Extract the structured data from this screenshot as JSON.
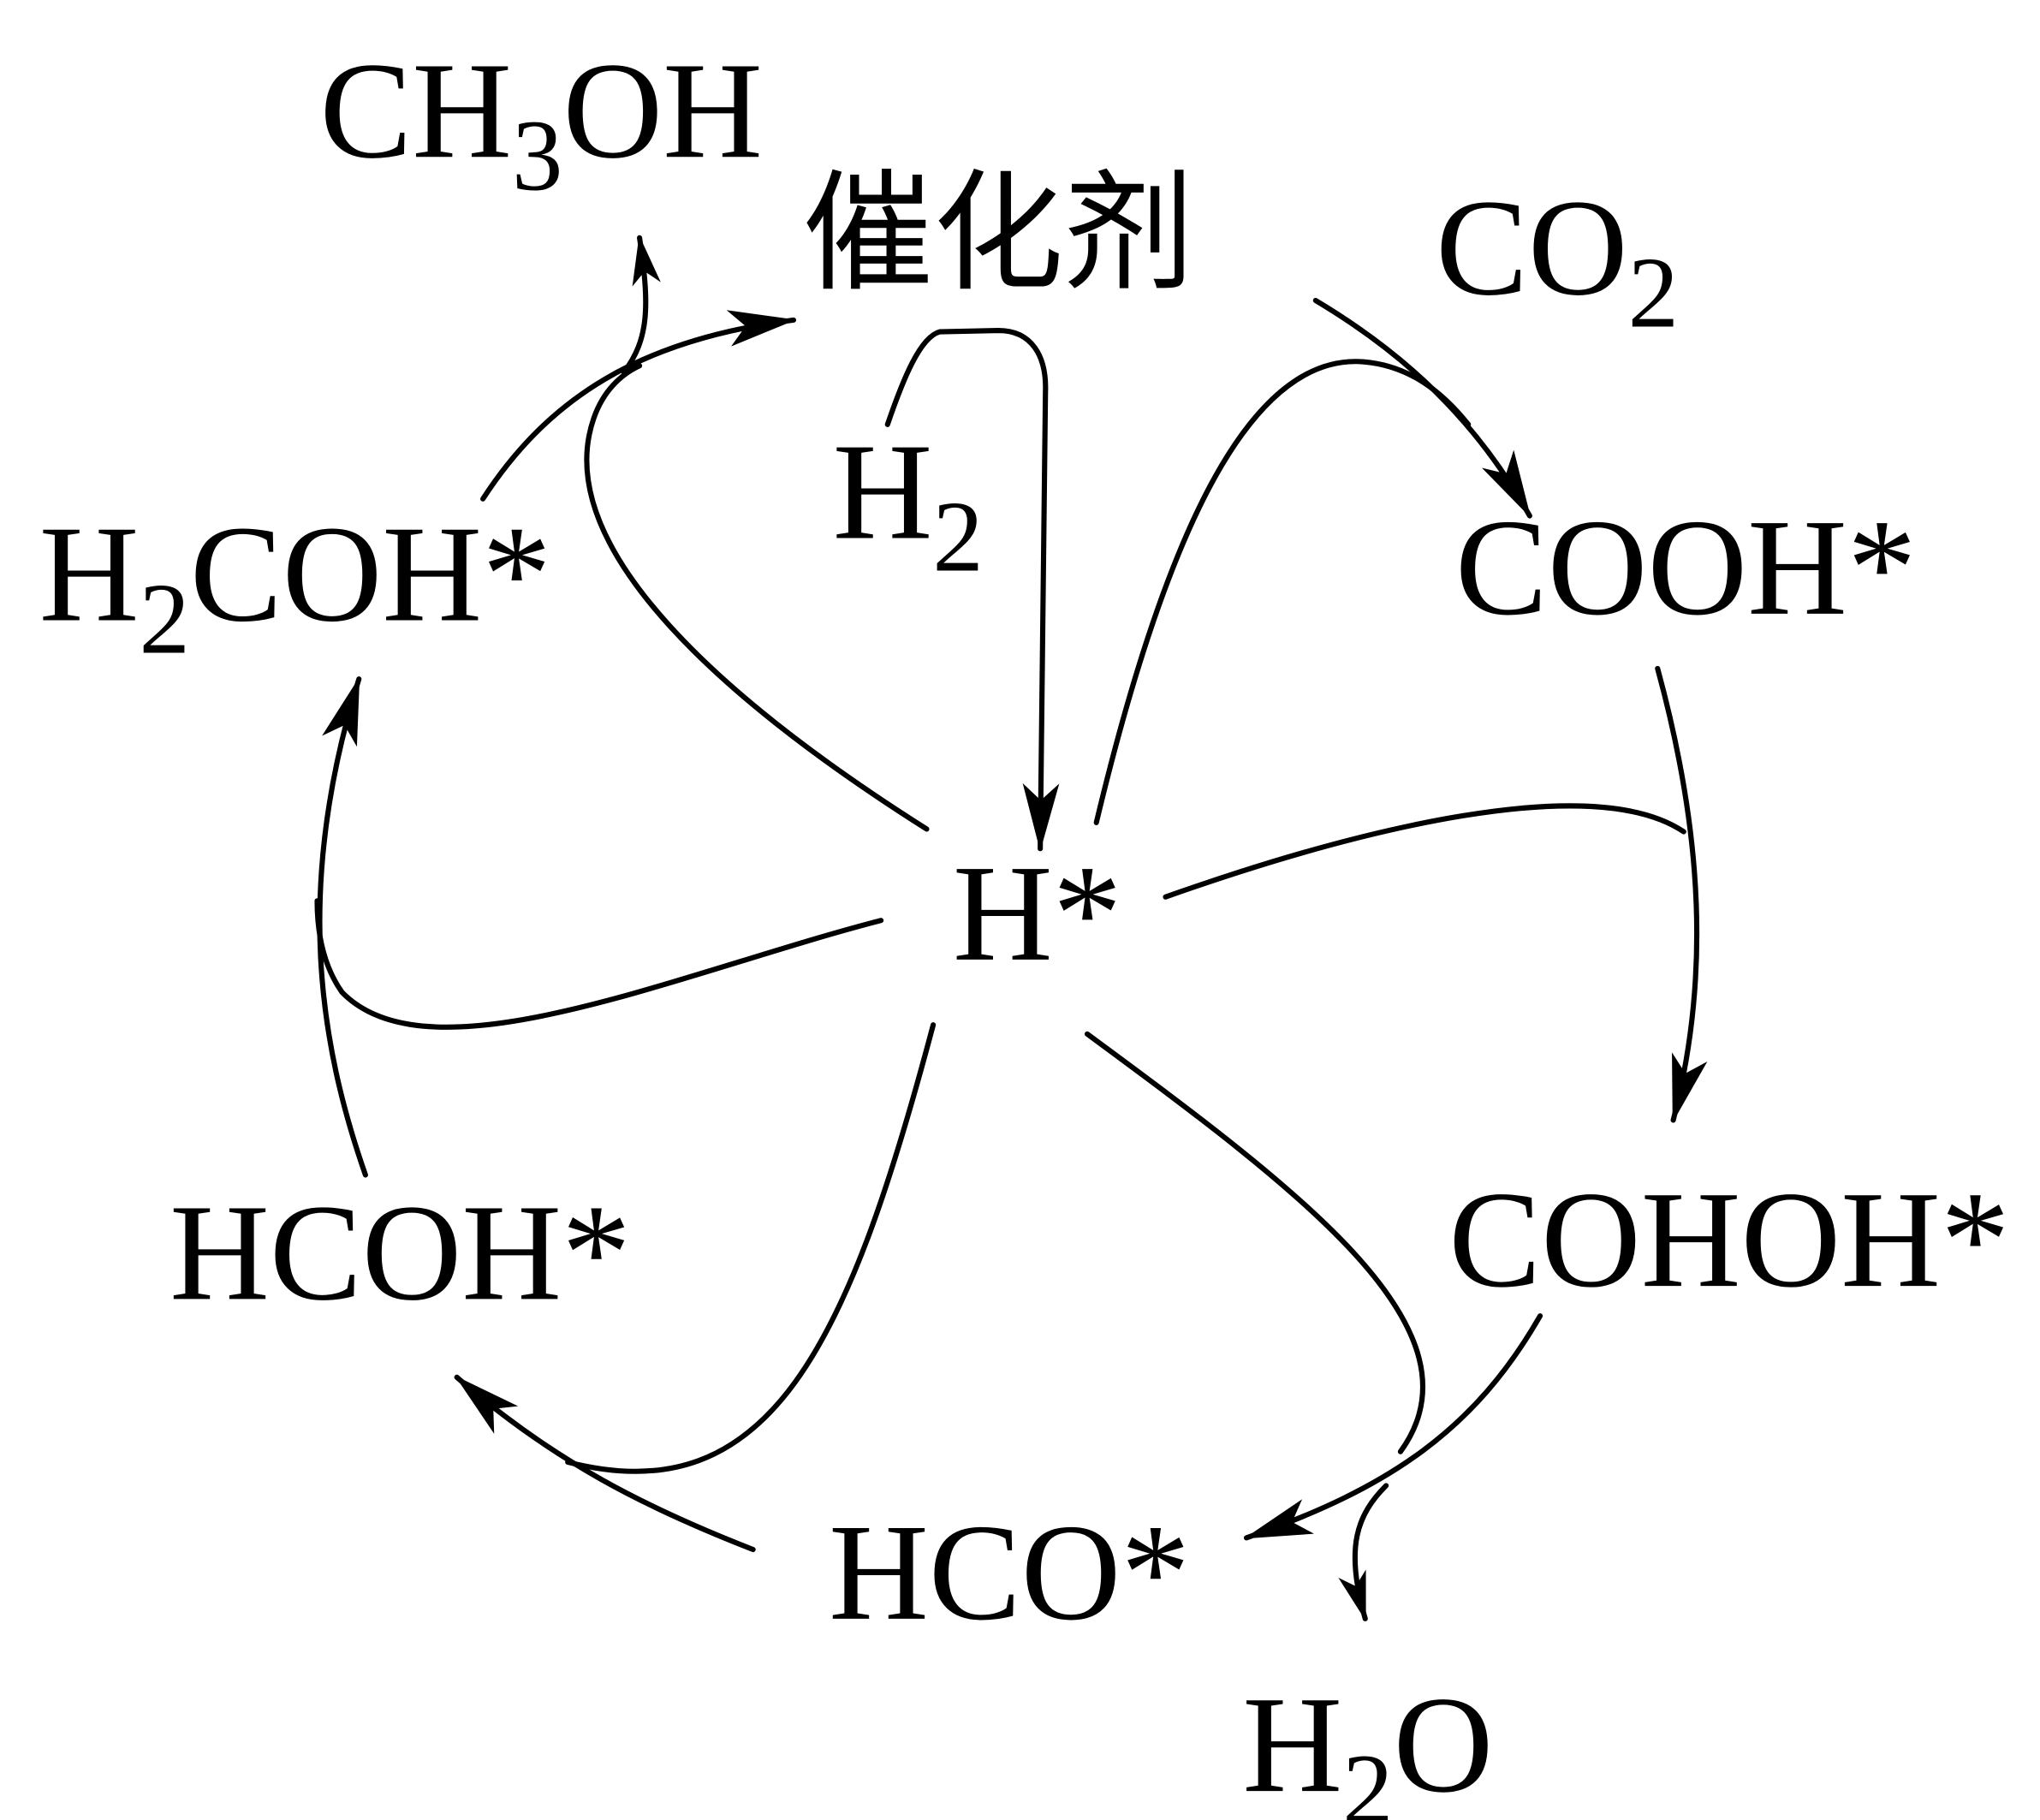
{
  "colors": {
    "ink": "#000000",
    "background": "#ffffff"
  },
  "diagram": {
    "catalyst": "催化剂",
    "reactants": {
      "co2": [
        "CO",
        "2"
      ],
      "h2": [
        "H",
        "2"
      ]
    },
    "intermediates": {
      "h_star": "H*",
      "cooh_star": "COOH*",
      "cohoh_star": "COHOH*",
      "hco_star": "HCO*",
      "hcoh_star": "HCOH*",
      "h2coh_star": [
        "H",
        "2",
        "COH*"
      ]
    },
    "products": {
      "ch3oh": [
        "CH",
        "3",
        "OH"
      ],
      "h2o": [
        "H",
        "2",
        "O"
      ]
    }
  }
}
